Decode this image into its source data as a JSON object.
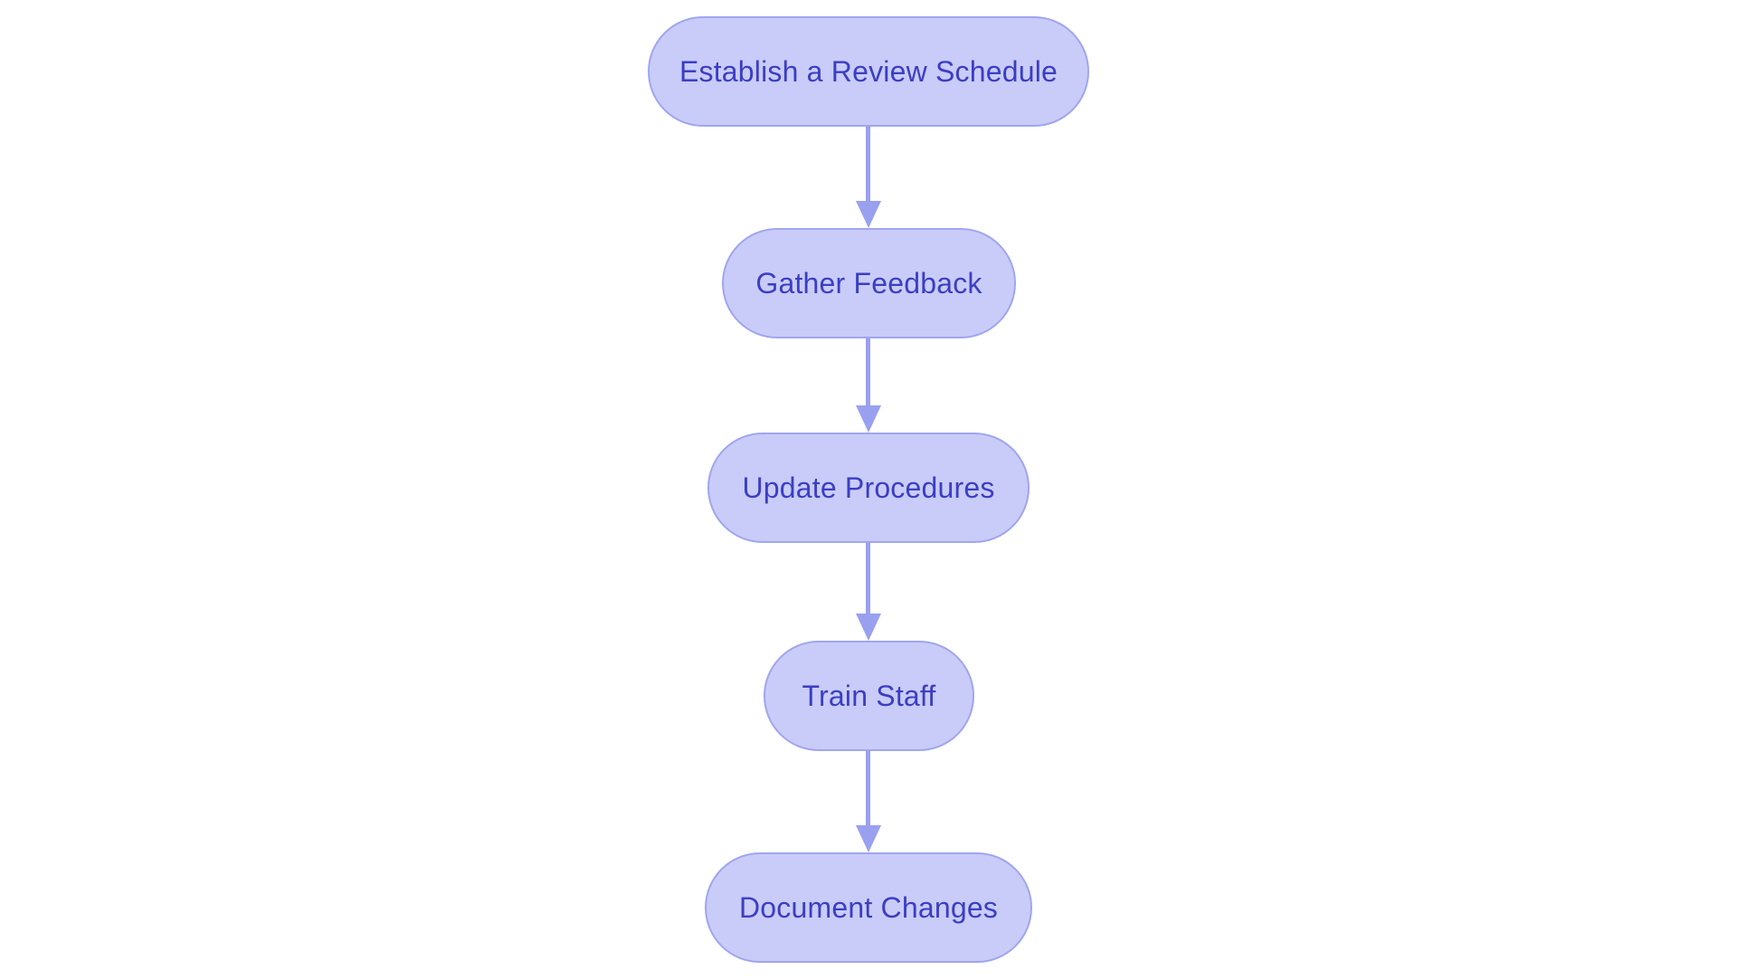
{
  "flowchart": {
    "type": "flowchart",
    "direction": "top-down",
    "nodes": [
      {
        "id": "n1",
        "label": "Establish a Review Schedule"
      },
      {
        "id": "n2",
        "label": "Gather Feedback"
      },
      {
        "id": "n3",
        "label": "Update Procedures"
      },
      {
        "id": "n4",
        "label": "Train Staff"
      },
      {
        "id": "n5",
        "label": "Document Changes"
      }
    ],
    "edges": [
      {
        "from": "Establish a Review Schedule",
        "to": "Gather Feedback"
      },
      {
        "from": "Gather Feedback",
        "to": "Update Procedures"
      },
      {
        "from": "Update Procedures",
        "to": "Train Staff"
      },
      {
        "from": "Train Staff",
        "to": "Document Changes"
      }
    ],
    "colors": {
      "background": "#FFFFFF",
      "node_fill": "#C9CCF8",
      "node_border": "#A0A5F0",
      "node_text": "#3B3EC4",
      "arrow": "#9AA0F0"
    }
  }
}
